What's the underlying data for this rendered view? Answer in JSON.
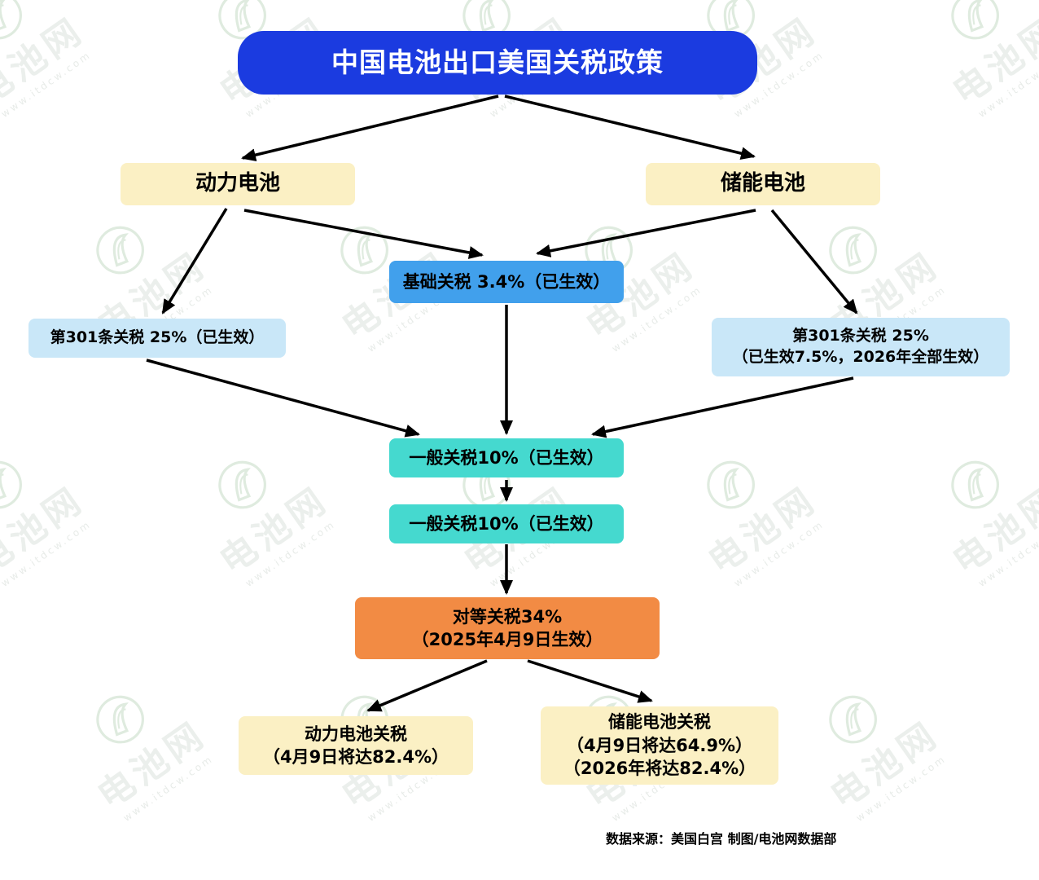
{
  "title": "中国电池出口美国关税政策",
  "nodes": {
    "power_battery": "动力电池",
    "storage_battery": "储能电池",
    "base_tariff": "基础关税 3.4%（已生效）",
    "section301_left": "第301条关税 25%（已生效）",
    "section301_right_line1": "第301条关税 25%",
    "section301_right_line2": "（已生效7.5%，2026年全部生效）",
    "general_tariff_1": "一般关税10%（已生效）",
    "general_tariff_2": "一般关税10%（已生效）",
    "reciprocal_line1": "对等关税34%",
    "reciprocal_line2": "（2025年4月9日生效）",
    "power_result_line1": "动力电池关税",
    "power_result_line2": "（4月9日将达82.4%）",
    "storage_result_line1": "储能电池关税",
    "storage_result_line2": "（4月9日将达64.9%）",
    "storage_result_line3": "（2026年将达82.4%）"
  },
  "footer": {
    "source": "数据来源：美国白宫  制图/电池网数据部"
  },
  "watermark": {
    "brand": "电池网",
    "url": "www.itdcw.com"
  },
  "colors": {
    "title_bg": "#1b3be0",
    "yellow": "#fbf0c4",
    "blue": "#41a0ec",
    "light_blue": "#c9e7f8",
    "teal": "#45d9cf",
    "orange": "#f28b44",
    "arrow": "#000000"
  }
}
